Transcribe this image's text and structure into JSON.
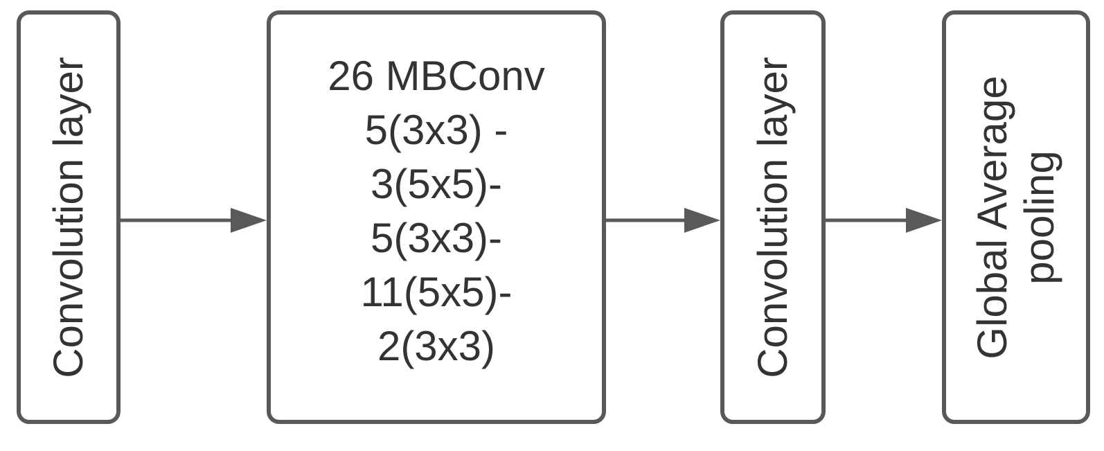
{
  "nodes": {
    "conv1": {
      "label": "Convolution layer"
    },
    "mbconv": {
      "lines": [
        "26 MBConv",
        "5(3x3) -",
        "3(5x5)-",
        "5(3x3)-",
        "11(5x5)-",
        "2(3x3)"
      ]
    },
    "conv2": {
      "label": "Convolution layer"
    },
    "gap": {
      "lines": [
        "Global Average",
        "pooling"
      ]
    }
  },
  "colors": {
    "stroke": "#595959",
    "text": "#333333",
    "background": "#ffffff"
  }
}
